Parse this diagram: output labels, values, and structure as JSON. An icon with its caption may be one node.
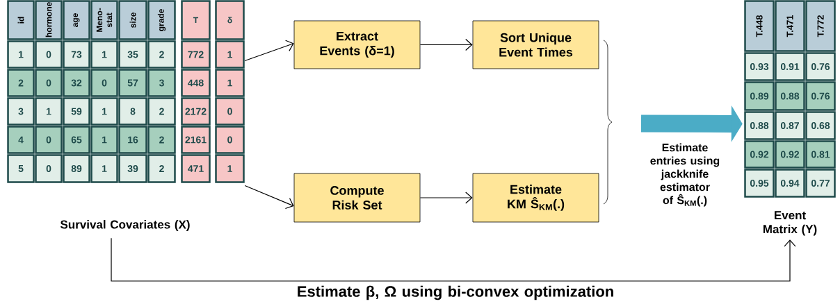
{
  "diagram": {
    "nodes": [
      {
        "text": [
          "Survival Covariates (X)"
        ]
      },
      {
        "text": [
          "Extract Events (δ=1)"
        ]
      },
      {
        "text": [
          "Sort Unique Event Times"
        ]
      },
      {
        "text": [
          "Compute Risk Set"
        ]
      },
      {
        "text": [
          "Estimate KM Ŝ$_{KM}$(.)"
        ]
      },
      {
        "text": [
          "Event Matrix (Y)"
        ]
      }
    ],
    "edges": [
      {
        "from": 0,
        "to": 1,
        "arrow": "to"
      },
      {
        "from": 0,
        "to": 3,
        "arrow": "to"
      },
      {
        "from": 1,
        "to": 2,
        "arrow": "to"
      },
      {
        "from": 3,
        "to": 4,
        "arrow": "to"
      },
      {
        "from": null,
        "to": 5,
        "arrow": "to",
        "label": "Estimate entries using jackknife estimator of Ŝ$_{KM}$(.)",
        "style": "thick",
        "color": "#4bacc6"
      },
      {
        "from": 0,
        "to": 5,
        "arrow": "to",
        "label": "Estimate β, Ω using bi-convex optimization"
      }
    ],
    "labels": [
      "id",
      "hormone",
      "age",
      "Meno-stat",
      "size",
      "grade",
      "T",
      "δ",
      "1",
      "0",
      "73",
      "1",
      "35",
      "2",
      "772",
      "1",
      "2",
      "0",
      "32",
      "0",
      "57",
      "3",
      "448",
      "1",
      "3",
      "1",
      "59",
      "1",
      "8",
      "2",
      "2172",
      "0",
      "4",
      "0",
      "65",
      "1",
      "16",
      "2",
      "2161",
      "0",
      "5",
      "0",
      "89",
      "1",
      "39",
      "2",
      "471",
      "1",
      "T.448",
      "T.471",
      "T.772",
      "0.93",
      "0.91",
      "0.76",
      "0.89",
      "0.88",
      "0.76",
      "0.88",
      "0.87",
      "0.68",
      "0.92",
      "0.92",
      "0.81",
      "0.95",
      "0.94",
      "0.77"
    ]
  }
}
